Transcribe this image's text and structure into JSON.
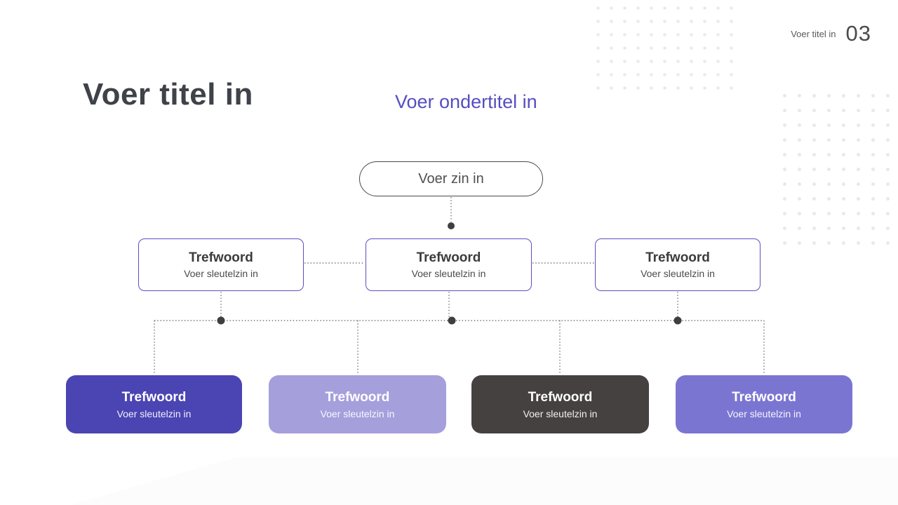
{
  "slide": {
    "header": {
      "label": "Voer titel in",
      "page_number": "03"
    },
    "title": "Voer titel in",
    "subtitle": "Voer ondertitel in",
    "root_node": {
      "label": "Voer zin in"
    },
    "level1_nodes": [
      {
        "keyword": "Trefwoord",
        "key_sentence": "Voer sleutelzin in"
      },
      {
        "keyword": "Trefwoord",
        "key_sentence": "Voer sleutelzin in"
      },
      {
        "keyword": "Trefwoord",
        "key_sentence": "Voer sleutelzin in"
      }
    ],
    "level2_nodes": [
      {
        "keyword": "Trefwoord",
        "key_sentence": "Voer sleutelzin in",
        "bg_color": "#4b44b3"
      },
      {
        "keyword": "Trefwoord",
        "key_sentence": "Voer sleutelzin in",
        "bg_color": "#a59fdc"
      },
      {
        "keyword": "Trefwoord",
        "key_sentence": "Voer sleutelzin in",
        "bg_color": "#454140"
      },
      {
        "keyword": "Trefwoord",
        "key_sentence": "Voer sleutelzin in",
        "bg_color": "#7b75d2"
      }
    ],
    "colors": {
      "title_text": "#3f4249",
      "subtitle_text": "#564ec0",
      "outline_node_border": "#5a50c3",
      "connector_line": "#707070",
      "junction_dot": "#3f3f3f",
      "dot_pattern": "#e9e9ef"
    }
  }
}
